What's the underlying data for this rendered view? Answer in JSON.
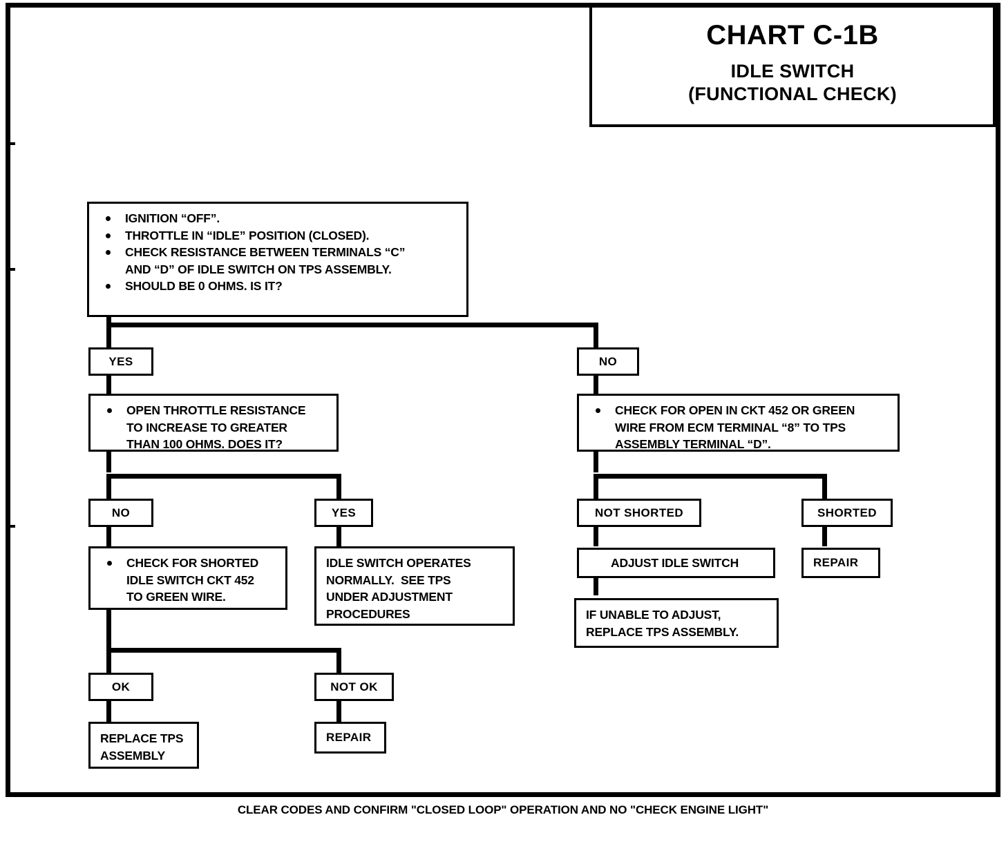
{
  "title_block": {
    "chart_id": "CHART C-1B",
    "subject": "IDLE SWITCH",
    "qualifier": "(FUNCTIONAL CHECK)"
  },
  "footer": {
    "note": "CLEAR CODES AND CONFIRM \"CLOSED LOOP\" OPERATION AND NO  \"CHECK ENGINE LIGHT\""
  },
  "nodes": {
    "start": {
      "bullets": [
        "IGNITION “OFF”.",
        "THROTTLE IN “IDLE” POSITION (CLOSED).",
        "CHECK RESISTANCE BETWEEN TERMINALS “C”",
        "AND “D” OF IDLE SWITCH ON TPS ASSEMBLY.",
        "SHOULD BE 0 OHMS. IS IT?"
      ]
    },
    "branch_yes_1": {
      "label": "YES"
    },
    "branch_no_1": {
      "label": "NO"
    },
    "open_throttle": {
      "line1": "OPEN THROTTLE RESISTANCE",
      "line2": "TO INCREASE TO GREATER",
      "line3": "THAN 100 OHMS. DOES IT?"
    },
    "check_open_ckt": {
      "line1": "CHECK FOR OPEN IN CKT 452 OR GREEN",
      "line2": "WIRE FROM ECM TERMINAL “8” TO TPS",
      "line3": "ASSEMBLY TERMINAL “D”."
    },
    "branch_no_2": {
      "label": "NO"
    },
    "branch_yes_2": {
      "label": "YES"
    },
    "branch_not_shorted": {
      "label": "NOT SHORTED"
    },
    "branch_shorted": {
      "label": "SHORTED"
    },
    "check_shorted": {
      "line1": "CHECK FOR SHORTED",
      "line2": "IDLE SWITCH CKT 452",
      "line3": "TO GREEN WIRE."
    },
    "operates_normally": {
      "line1": "IDLE SWITCH OPERATES",
      "line2": "NORMALLY.  SEE TPS",
      "line3": "UNDER ADJUSTMENT",
      "line4": "PROCEDURES"
    },
    "adjust_idle_switch": {
      "text": "ADJUST IDLE SWITCH"
    },
    "repair_shorted": {
      "text": "REPAIR"
    },
    "if_unable": {
      "line1": "IF UNABLE TO ADJUST,",
      "line2": "REPLACE TPS ASSEMBLY."
    },
    "branch_ok": {
      "label": "OK"
    },
    "branch_not_ok": {
      "label": "NOT OK"
    },
    "replace_tps": {
      "line1": "REPLACE TPS",
      "line2": "ASSEMBLY"
    },
    "repair_not_ok": {
      "text": "REPAIR"
    }
  },
  "colors": {
    "ink": "#000000",
    "paper": "#ffffff"
  }
}
